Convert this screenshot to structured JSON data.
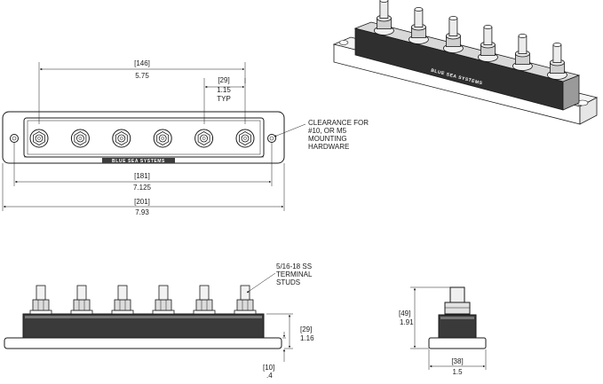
{
  "top_view": {
    "dim_center_spacing": {
      "mm": "[146]",
      "in": "5.75"
    },
    "dim_stud_pitch": {
      "mm": "[29]",
      "in": "1.15",
      "note": "TYP"
    },
    "dim_mount_holes": {
      "mm": "[181]",
      "in": "7.125"
    },
    "dim_overall_length": {
      "mm": "[201]",
      "in": "7.93"
    },
    "clearance_note": [
      "CLEARANCE FOR",
      "#10, OR M5",
      "MOUNTING",
      "HARDWARE"
    ],
    "brand_label": "BLUE SEA SYSTEMS",
    "stud_count": 6
  },
  "isometric_view": {
    "brand_label": "BLUE SEA SYSTEMS",
    "stud_count": 6
  },
  "front_view": {
    "stud_note": [
      "5/16-18 SS",
      "TERMINAL",
      "STUDS"
    ],
    "dim_block_height": {
      "mm": "[29]",
      "in": "1.16"
    },
    "dim_base_thickness": {
      "mm": "[10]",
      "in": ".4"
    },
    "stud_count": 6
  },
  "side_view": {
    "dim_total_height": {
      "mm": "[49]",
      "in": "1.91"
    },
    "dim_width": {
      "mm": "[38]",
      "in": "1.5"
    }
  },
  "colors": {
    "line": "#1a1a1a",
    "block": "#5a5a5a",
    "stud": "#dcdcdc"
  }
}
